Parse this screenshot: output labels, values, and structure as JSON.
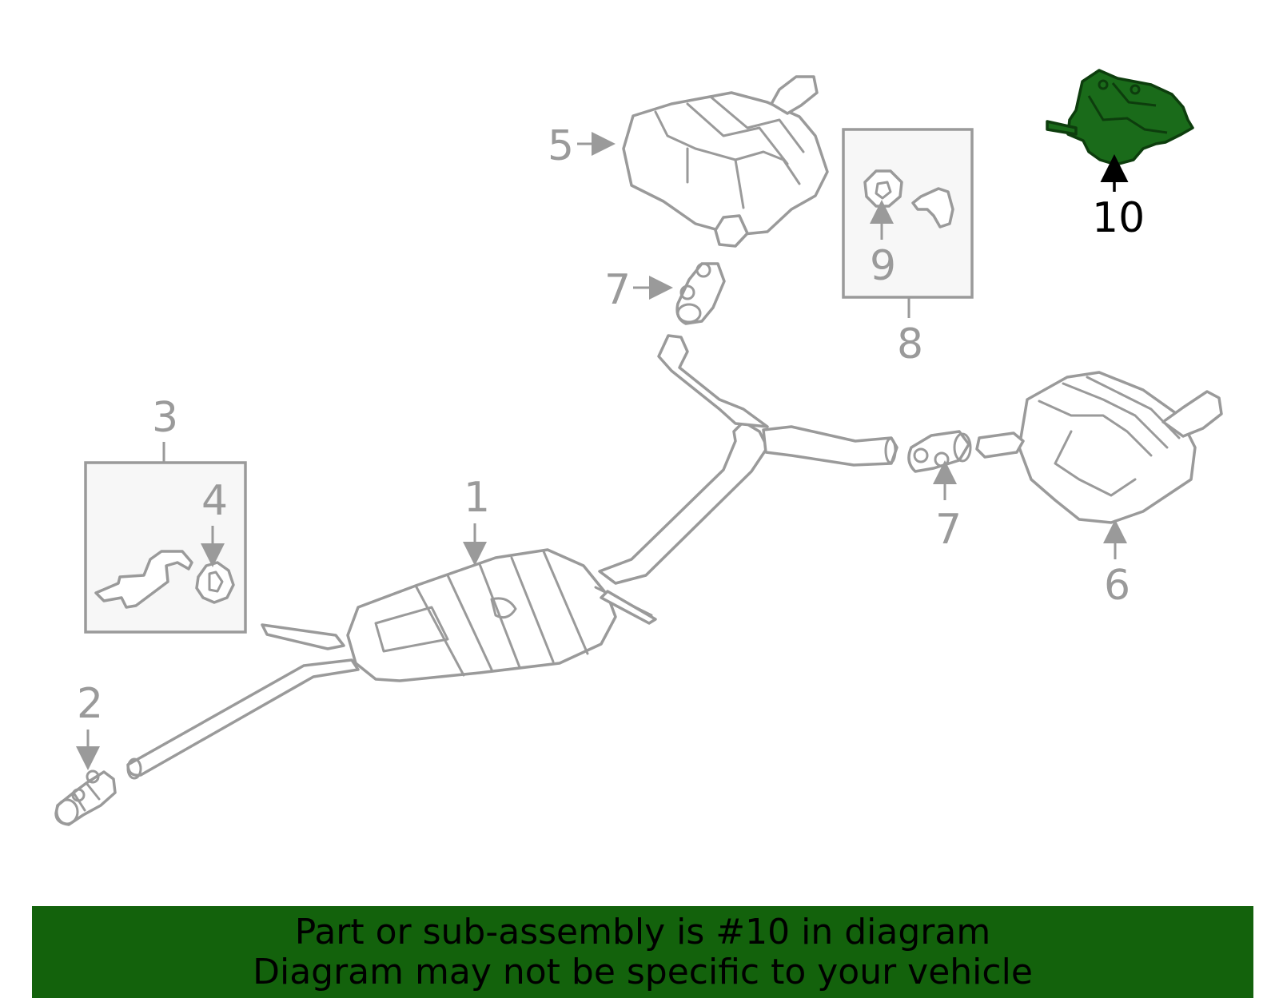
{
  "callouts": {
    "c1": "1",
    "c2": "2",
    "c3": "3",
    "c4": "4",
    "c5": "5",
    "c6": "6",
    "c7a": "7",
    "c7b": "7",
    "c8": "8",
    "c9": "9",
    "c10": "10"
  },
  "highlight": {
    "part_number": "10",
    "color": "#1a6b1a"
  },
  "banner": {
    "line1": "Part or sub-assembly is #10 in diagram",
    "line2": "Diagram may not be specific to your vehicle",
    "color": "#13620c"
  }
}
